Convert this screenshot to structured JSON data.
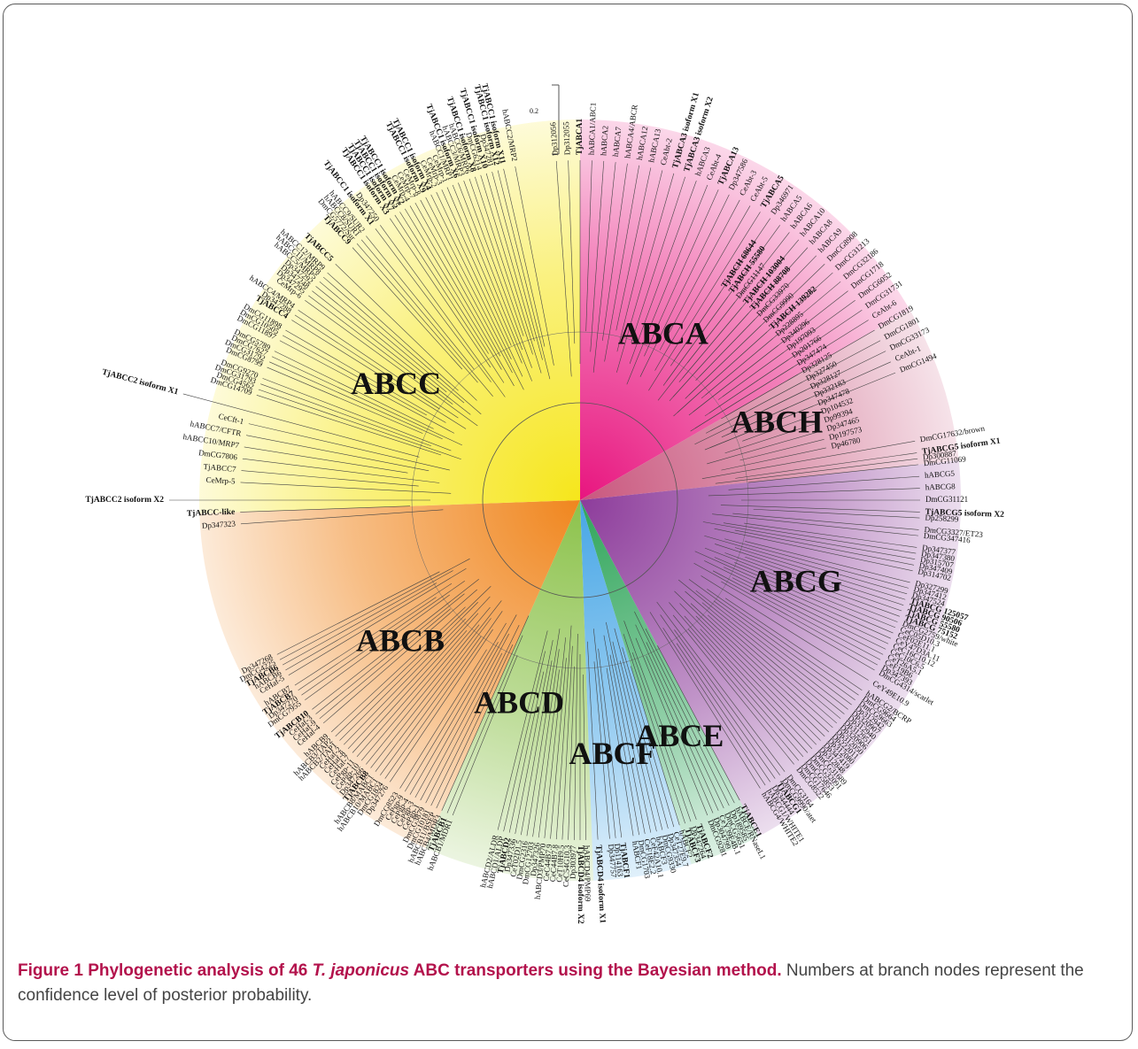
{
  "figure": {
    "scale_bar_label": "0.2",
    "clades": [
      {
        "name": "ABCA",
        "start": -90,
        "end": -30,
        "color": "#e8157f"
      },
      {
        "name": "ABCH",
        "start": -30,
        "end": -6,
        "color": "#c9577e"
      },
      {
        "name": "ABCG",
        "start": -6,
        "end": 62,
        "color": "#8d3c9b"
      },
      {
        "name": "ABCE",
        "start": 62,
        "end": 73,
        "color": "#2fa55a"
      },
      {
        "name": "ABCF",
        "start": 73,
        "end": 88,
        "color": "#47a6e6"
      },
      {
        "name": "ABCD",
        "start": 88,
        "end": 114,
        "color": "#8cc24b"
      },
      {
        "name": "ABCB",
        "start": 114,
        "end": 178,
        "color": "#f0861e"
      },
      {
        "name": "ABCC",
        "start": 178,
        "end": 270,
        "color": "#f6e61b"
      }
    ],
    "leaves": [
      {
        "t": "Dp312056",
        "a": -94
      },
      {
        "t": "Dp312055",
        "a": -92
      },
      {
        "t": "TjABCA1",
        "a": -90,
        "b": 1
      },
      {
        "t": "hABCA1/ABC1",
        "a": -88
      },
      {
        "t": "hABCA2",
        "a": -86
      },
      {
        "t": "hABCA7",
        "a": -84
      },
      {
        "t": "hABCA4/ABCR",
        "a": -82
      },
      {
        "t": "hABCA12",
        "a": -80
      },
      {
        "t": "hABCA13",
        "a": -78
      },
      {
        "t": "CeAbt-2",
        "a": -76
      },
      {
        "t": "TjABCA3 isoform X1",
        "a": -74,
        "b": 1
      },
      {
        "t": "TjABCA3 isoform X2",
        "a": -72,
        "b": 1
      },
      {
        "t": "hABCA3",
        "a": -70
      },
      {
        "t": "CeAbt-4",
        "a": -68
      },
      {
        "t": "TjABCA13",
        "a": -66,
        "b": 1
      },
      {
        "t": "Dp347586",
        "a": -64
      },
      {
        "t": "CeAbt-3",
        "a": -62
      },
      {
        "t": "CeAbt-5",
        "a": -60
      },
      {
        "t": "TjABCA5",
        "a": -58,
        "b": 1
      },
      {
        "t": "Dp346971",
        "a": -56
      },
      {
        "t": "hABCA5",
        "a": -54
      },
      {
        "t": "hABCA6",
        "a": -52
      },
      {
        "t": "hABCA10",
        "a": -50
      },
      {
        "t": "hABCA8",
        "a": -48
      },
      {
        "t": "hABCA9",
        "a": -46
      },
      {
        "t": "DmCG8908",
        "a": -44
      },
      {
        "t": "DmCG31213",
        "a": -42
      },
      {
        "t": "DmCG32186",
        "a": -40
      },
      {
        "t": "DmCG1718",
        "a": -38
      },
      {
        "t": "DmCG6052",
        "a": -36
      },
      {
        "t": "DmCG31731",
        "a": -34
      },
      {
        "t": "CeAbt-6",
        "a": -32
      },
      {
        "t": "DmCG1819",
        "a": -30
      },
      {
        "t": "DmCG1801",
        "a": -28
      },
      {
        "t": "DmCG33173",
        "a": -26
      },
      {
        "t": "CeAbt-1",
        "a": -24
      },
      {
        "t": "DmCG1494",
        "a": -22
      },
      {
        "t": "TjABCH 68644",
        "a": -56,
        "b": 1,
        "r": 290
      },
      {
        "t": "TjABCH 55580",
        "a": -54,
        "b": 1,
        "r": 290
      },
      {
        "t": "DmCG11147",
        "a": -52,
        "r": 290
      },
      {
        "t": "TjABCH 103004",
        "a": -50,
        "b": 1,
        "r": 290
      },
      {
        "t": "TjABCH 88708",
        "a": -48,
        "b": 1,
        "r": 290
      },
      {
        "t": "DmCG33970",
        "a": -46,
        "r": 290
      },
      {
        "t": "DmCG9990",
        "a": -44,
        "r": 290
      },
      {
        "t": "TjABCH 139282",
        "a": -42,
        "b": 1,
        "r": 290
      },
      {
        "t": "Dp228895",
        "a": -40,
        "r": 290
      },
      {
        "t": "Dp340296",
        "a": -38,
        "r": 290
      },
      {
        "t": "Dp197093",
        "a": -36,
        "r": 290
      },
      {
        "t": "Dp201766",
        "a": -34,
        "r": 290
      },
      {
        "t": "Dp347474",
        "a": -32,
        "r": 290
      },
      {
        "t": "Dp328125",
        "a": -30,
        "r": 290
      },
      {
        "t": "Dp327450",
        "a": -28,
        "r": 290
      },
      {
        "t": "Dp328127",
        "a": -26,
        "r": 290
      },
      {
        "t": "Dp332183",
        "a": -24,
        "r": 290
      },
      {
        "t": "Dp347478",
        "a": -22,
        "r": 290
      },
      {
        "t": "Dp104532",
        "a": -20,
        "r": 290
      },
      {
        "t": "Dp99394",
        "a": -18,
        "r": 290
      },
      {
        "t": "Dp347465",
        "a": -16,
        "r": 290
      },
      {
        "t": "Dp197573",
        "a": -14,
        "r": 290
      },
      {
        "t": "Dp46780",
        "a": -12,
        "r": 290
      },
      {
        "t": "DmCG17632/brown",
        "a": -10
      },
      {
        "t": "TjABCG5 isoform X1",
        "a": -8,
        "b": 1
      },
      {
        "t": "Dp300887",
        "a": -7
      },
      {
        "t": "DmCG11069",
        "a": -6
      },
      {
        "t": "hABCG5",
        "a": -4
      },
      {
        "t": "hABCG8",
        "a": -2
      },
      {
        "t": "DmCG31121",
        "a": 0
      },
      {
        "t": "TjABCG5 isoform X2",
        "a": 2,
        "b": 1
      },
      {
        "t": "Dp258299",
        "a": 3
      },
      {
        "t": "DmCG3327/ET23",
        "a": 5
      },
      {
        "t": "DmCG347416",
        "a": 6
      },
      {
        "t": "Dp347377",
        "a": 8
      },
      {
        "t": "Dp347380",
        "a": 9
      },
      {
        "t": "Dp315707",
        "a": 10
      },
      {
        "t": "Dp347409",
        "a": 11
      },
      {
        "t": "Dp314702",
        "a": 12
      },
      {
        "t": "Dp327299",
        "a": 14
      },
      {
        "t": "Dp347412",
        "a": 15
      },
      {
        "t": "Dp347524",
        "a": 16
      },
      {
        "t": "TjABCG 125057",
        "a": 17,
        "b": 1
      },
      {
        "t": "TjABCG 90506",
        "a": 18,
        "b": 1
      },
      {
        "t": "TjABCG 55580",
        "a": 19,
        "b": 1
      },
      {
        "t": "TjABCG 75152",
        "a": 20,
        "b": 1
      },
      {
        "t": "DmCG2759/white",
        "a": 21
      },
      {
        "t": "CeC05D10.3",
        "a": 22
      },
      {
        "t": "CeF02E11.1",
        "a": 23
      },
      {
        "t": "CeY47D3A.11",
        "a": 24
      },
      {
        "t": "CeC16C10.12",
        "a": 25
      },
      {
        "t": "CeC10C6.5",
        "a": 26
      },
      {
        "t": "CeT26A5.1",
        "a": 27
      },
      {
        "t": "CeF19B6",
        "a": 28
      },
      {
        "t": "Dp347393",
        "a": 29
      },
      {
        "t": "DmCG4314/scarlet",
        "a": 30
      },
      {
        "t": "CeY49E10.9",
        "a": 32
      },
      {
        "t": "hABCG2/BCRP",
        "a": 34
      },
      {
        "t": "DmCG9664",
        "a": 35
      },
      {
        "t": "DmCG9663",
        "a": 36
      },
      {
        "t": "Dp312942",
        "a": 37
      },
      {
        "t": "Dp320907",
        "a": 38
      },
      {
        "t": "Dp312940",
        "a": 39
      },
      {
        "t": "Dp312951",
        "a": 40
      },
      {
        "t": "Dp320906",
        "a": 41
      },
      {
        "t": "Dp312050",
        "a": 42
      },
      {
        "t": "Dp222011",
        "a": 43
      },
      {
        "t": "Dp312080",
        "a": 44
      },
      {
        "t": "Dp347419",
        "a": 45
      },
      {
        "t": "Dp312848",
        "a": 46
      },
      {
        "t": "DmCG31689",
        "a": 47
      },
      {
        "t": "DmCG32091",
        "a": 48
      },
      {
        "t": "DmCG5853",
        "a": 49
      },
      {
        "t": "DmCG17646",
        "a": 50
      },
      {
        "t": "DmCG8522",
        "a": 51
      },
      {
        "t": "DmCG3164",
        "a": 53
      },
      {
        "t": "DmCG9990/atet",
        "a": 54
      },
      {
        "t": "TjABCG1",
        "a": 55,
        "b": 1
      },
      {
        "t": "Dp344444",
        "a": 56
      },
      {
        "t": "hABCG1/WHITE1",
        "a": 57
      },
      {
        "t": "hABCG4/WHITE2",
        "a": 58
      },
      {
        "t": "TjABCE1",
        "a": 62,
        "b": 1
      },
      {
        "t": "hABCE/RNaseL1",
        "a": 63
      },
      {
        "t": "Dp189585",
        "a": 64
      },
      {
        "t": "DmCG5651",
        "a": 65
      },
      {
        "t": "CeY39E4B.1",
        "a": 66
      },
      {
        "t": "Dp304799",
        "a": 67
      },
      {
        "t": "DmCG9281",
        "a": 68
      },
      {
        "t": "TjABCF2",
        "a": 70,
        "b": 1
      },
      {
        "t": "Dp347264",
        "a": 71
      },
      {
        "t": "TjABCF3",
        "a": 72,
        "b": 1
      },
      {
        "t": "hABCF2",
        "a": 73
      },
      {
        "t": "CeT27E9.7",
        "a": 74
      },
      {
        "t": "Dp347354",
        "a": 75
      },
      {
        "t": "DmCG9330",
        "a": 76
      },
      {
        "t": "hABCF3",
        "a": 77
      },
      {
        "t": "CeF42A10.1",
        "a": 78
      },
      {
        "t": "CeF18E2.2",
        "a": 79
      },
      {
        "t": "DmCG1703",
        "a": 80
      },
      {
        "t": "hABCF1",
        "a": 81
      },
      {
        "t": "TjABCF1",
        "a": 83,
        "b": 1
      },
      {
        "t": "Dp114163",
        "a": 84
      },
      {
        "t": "Dp347757",
        "a": 85
      },
      {
        "t": "TjABCD4 isoform X1",
        "a": 87,
        "b": 1
      },
      {
        "t": "hABCD4/PMP69",
        "a": 89
      },
      {
        "t": "TjABCD4 isoform X2",
        "a": 90,
        "b": 1
      },
      {
        "t": "Dp303977",
        "a": 91
      },
      {
        "t": "CeC54G10.3",
        "a": 92
      },
      {
        "t": "CeT10H9.5",
        "a": 93
      },
      {
        "t": "CeC44B7.8",
        "a": 94
      },
      {
        "t": "CeC44B7.9",
        "a": 95
      },
      {
        "t": "hABCD3/PMP70",
        "a": 96
      },
      {
        "t": "Dp347326",
        "a": 97
      },
      {
        "t": "DmCG12703",
        "a": 98
      },
      {
        "t": "DmCG2316",
        "a": 99
      },
      {
        "t": "CeT02D1.5",
        "a": 100
      },
      {
        "t": "Dp347336",
        "a": 101
      },
      {
        "t": "TjABCD2",
        "a": 102,
        "b": 1
      },
      {
        "t": "hABCD1/ALDP",
        "a": 103
      },
      {
        "t": "hABCD2/ALDR",
        "a": 104
      },
      {
        "t": "hABCB1/MDR1",
        "a": 112
      },
      {
        "t": "TjABCB1",
        "a": 113,
        "b": 1
      },
      {
        "t": "hABCB4/MDR3",
        "a": 114
      },
      {
        "t": "hABCB11/BSEP",
        "a": 115
      },
      {
        "t": "DmCG10181",
        "a": 116
      },
      {
        "t": "DmCG3879",
        "a": 117
      },
      {
        "t": "CePgp-1",
        "a": 118
      },
      {
        "t": "CePgp-3",
        "a": 119
      },
      {
        "t": "CePgp-4",
        "a": 120
      },
      {
        "t": "CePgp-9",
        "a": 121
      },
      {
        "t": "DmCG8523",
        "a": 122
      },
      {
        "t": "Dp347276",
        "a": 124
      },
      {
        "t": "DmCG1824",
        "a": 125
      },
      {
        "t": "hABCB10/MABC1",
        "a": 126
      },
      {
        "t": "hABCB8/MABC1",
        "a": 127
      },
      {
        "t": "TjABCB8",
        "a": 128,
        "b": 1
      },
      {
        "t": "Dp347266",
        "a": 129
      },
      {
        "t": "CePgp-10",
        "a": 130
      },
      {
        "t": "CePgp-11",
        "a": 131
      },
      {
        "t": "CeHaf-7",
        "a": 132
      },
      {
        "t": "CeHaf-8",
        "a": 133
      },
      {
        "t": "CeHaf-2",
        "a": 134
      },
      {
        "t": "hABCB2/TAP1",
        "a": 135
      },
      {
        "t": "hABCB3/TAP2",
        "a": 136
      },
      {
        "t": "hABCB9",
        "a": 137
      },
      {
        "t": "CeHaf-4",
        "a": 139
      },
      {
        "t": "CeHaf-9",
        "a": 140
      },
      {
        "t": "CeHaf-3",
        "a": 141
      },
      {
        "t": "TjABCB10",
        "a": 142,
        "b": 1
      },
      {
        "t": "DmCG7955",
        "a": 144
      },
      {
        "t": "Dp347270",
        "a": 145
      },
      {
        "t": "TjABCB7",
        "a": 146,
        "b": 1
      },
      {
        "t": "hABCB7",
        "a": 147
      },
      {
        "t": "CeHaf-5",
        "a": 149
      },
      {
        "t": "hABCB6",
        "a": 150
      },
      {
        "t": "TjABCB6",
        "a": 151,
        "b": 1
      },
      {
        "t": "DmCG4225",
        "a": 152
      },
      {
        "t": "Dp347268",
        "a": 153
      },
      {
        "t": "Dp347323",
        "a": 176
      },
      {
        "t": "TjABCC-like",
        "a": 178,
        "b": 1
      },
      {
        "t": "TjABCC2 isoform X2",
        "a": 180,
        "b": 1,
        "r": 470
      },
      {
        "t": "CeMrp-5",
        "a": 183
      },
      {
        "t": "TjABCC7",
        "a": 185
      },
      {
        "t": "DmCG7806",
        "a": 187
      },
      {
        "t": "hABCC10/MRP7",
        "a": 189
      },
      {
        "t": "hABCC7/CFTR",
        "a": 191
      },
      {
        "t": "CeCft-1",
        "a": 193
      },
      {
        "t": "TjABCC2 isoform X1",
        "a": 195,
        "b": 1,
        "r": 470
      },
      {
        "t": "DmCG14709",
        "a": 198
      },
      {
        "t": "DmCG4562",
        "a": 199
      },
      {
        "t": "DmCG31793",
        "a": 200
      },
      {
        "t": "DmCG9270",
        "a": 201
      },
      {
        "t": "DmCG8799",
        "a": 203
      },
      {
        "t": "DmCG31792",
        "a": 204
      },
      {
        "t": "DmCG7627",
        "a": 205
      },
      {
        "t": "DmCG5789",
        "a": 206
      },
      {
        "t": "DmCG11897",
        "a": 208
      },
      {
        "t": "DmCG10505",
        "a": 209
      },
      {
        "t": "DmCG11898",
        "a": 210
      },
      {
        "t": "TjABCC4",
        "a": 212,
        "b": 1
      },
      {
        "t": "Dp347288",
        "a": 213
      },
      {
        "t": "hABCC4/MRP4",
        "a": 214
      },
      {
        "t": "CeMrp-6",
        "a": 216
      },
      {
        "t": "Dp347295",
        "a": 217
      },
      {
        "t": "Dp347248",
        "a": 218
      },
      {
        "t": "Dp347292",
        "a": 219
      },
      {
        "t": "hABCC5/MRP5",
        "a": 220
      },
      {
        "t": "hABCC11/MRP8",
        "a": 221
      },
      {
        "t": "hABCC12/MRP9",
        "a": 222
      },
      {
        "t": "TjABCC5",
        "a": 224,
        "b": 1
      },
      {
        "t": "TjABCC9",
        "a": 228,
        "b": 1
      },
      {
        "t": "DmCG5772/Sur",
        "a": 229
      },
      {
        "t": "hABCC8/SUR1",
        "a": 230
      },
      {
        "t": "hABCC9/SUR2",
        "a": 231
      },
      {
        "t": "TjABCC1 isoform X1",
        "a": 233,
        "b": 1
      },
      {
        "t": "Dp347250",
        "a": 234
      },
      {
        "t": "TjABCC1 isoform X3",
        "a": 236,
        "b": 1
      },
      {
        "t": "TjABCC1 isoform X7",
        "a": 237,
        "b": 1
      },
      {
        "t": "TjABCC1 isoform X5",
        "a": 238,
        "b": 1
      },
      {
        "t": "TjABCC1 isoform X2",
        "a": 239,
        "b": 1
      },
      {
        "t": "CeMrp-4",
        "a": 240
      },
      {
        "t": "CeMrp-7",
        "a": 241
      },
      {
        "t": "CeMrp-8",
        "a": 242
      },
      {
        "t": "TjABCC1 isoform X9",
        "a": 243,
        "b": 1
      },
      {
        "t": "TjABCC1 isoform X4",
        "a": 244,
        "b": 1
      },
      {
        "t": "CeMrp-2",
        "a": 245
      },
      {
        "t": "CeMrp-3",
        "a": 246
      },
      {
        "t": "CeMrp-1",
        "a": 247
      },
      {
        "t": "hABCC1/MRP1",
        "a": 248
      },
      {
        "t": "TjABCC1 isoform X6",
        "a": 249,
        "b": 1
      },
      {
        "t": "hABCC3/MRP3",
        "a": 250
      },
      {
        "t": "hABCC6/MRP6",
        "a": 251
      },
      {
        "t": "TjABCC1 isoform X8",
        "a": 252,
        "b": 1
      },
      {
        "t": "DmCG6214",
        "a": 253
      },
      {
        "t": "TjABCC1 isoform X10",
        "a": 254,
        "b": 1
      },
      {
        "t": "Dp347281",
        "a": 255
      },
      {
        "t": "TjABCC1 isoform X12",
        "a": 256,
        "b": 1
      },
      {
        "t": "TjABCC1 isoform X11",
        "a": 257,
        "b": 1
      },
      {
        "t": "hABCC2/MRP2",
        "a": 259
      }
    ]
  },
  "caption": {
    "figure_number": "Figure 1",
    "bold_prefix": "Phylogenetic analysis of 46",
    "species": "T. japonicus",
    "bold_suffix": "ABC transporters using the Bayesian method.",
    "body": "Numbers at branch nodes represent the confidence level of posterior probability."
  }
}
